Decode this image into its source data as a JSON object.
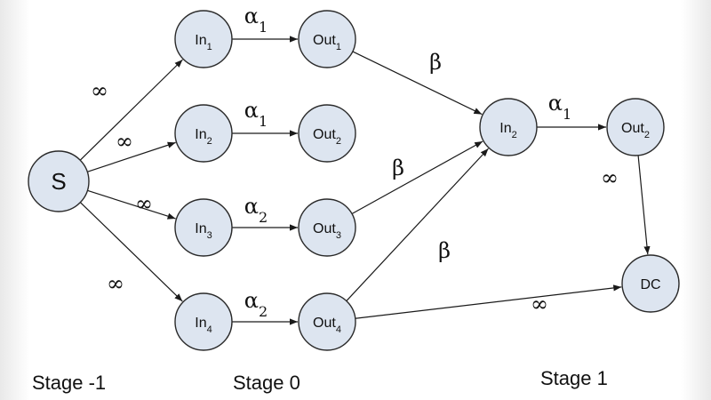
{
  "nodes": [
    {
      "id": "S",
      "label": "S",
      "sub": ""
    },
    {
      "id": "In1",
      "label": "In",
      "sub": "1"
    },
    {
      "id": "Out1",
      "label": "Out",
      "sub": "1"
    },
    {
      "id": "In2a",
      "label": "In",
      "sub": "2"
    },
    {
      "id": "Out2a",
      "label": "Out",
      "sub": "2"
    },
    {
      "id": "In3",
      "label": "In",
      "sub": "3"
    },
    {
      "id": "Out3",
      "label": "Out",
      "sub": "3"
    },
    {
      "id": "In4",
      "label": "In",
      "sub": "4"
    },
    {
      "id": "Out4",
      "label": "Out",
      "sub": "4"
    },
    {
      "id": "In2b",
      "label": "In",
      "sub": "2"
    },
    {
      "id": "Out2b",
      "label": "Out",
      "sub": "2"
    },
    {
      "id": "DC",
      "label": "DC",
      "sub": ""
    }
  ],
  "edges": [
    {
      "from": "S",
      "to": "In1",
      "weight": "∞",
      "sub": ""
    },
    {
      "from": "S",
      "to": "In2a",
      "weight": "∞",
      "sub": ""
    },
    {
      "from": "S",
      "to": "In3",
      "weight": "∞",
      "sub": ""
    },
    {
      "from": "S",
      "to": "In4",
      "weight": "∞",
      "sub": ""
    },
    {
      "from": "In1",
      "to": "Out1",
      "weight": "α",
      "sub": "1"
    },
    {
      "from": "In2a",
      "to": "Out2a",
      "weight": "α",
      "sub": "1"
    },
    {
      "from": "In3",
      "to": "Out3",
      "weight": "α",
      "sub": "2"
    },
    {
      "from": "In4",
      "to": "Out4",
      "weight": "α",
      "sub": "2"
    },
    {
      "from": "Out1",
      "to": "In2b",
      "weight": "β",
      "sub": ""
    },
    {
      "from": "Out3",
      "to": "In2b",
      "weight": "β",
      "sub": ""
    },
    {
      "from": "Out4",
      "to": "In2b",
      "weight": "β",
      "sub": ""
    },
    {
      "from": "In2b",
      "to": "Out2b",
      "weight": "α",
      "sub": "1"
    },
    {
      "from": "Out2b",
      "to": "DC",
      "weight": "∞",
      "sub": ""
    },
    {
      "from": "Out4",
      "to": "DC",
      "weight": "∞",
      "sub": ""
    }
  ],
  "stages": [
    {
      "label": "Stage -1"
    },
    {
      "label": "Stage 0"
    },
    {
      "label": "Stage 1"
    }
  ]
}
